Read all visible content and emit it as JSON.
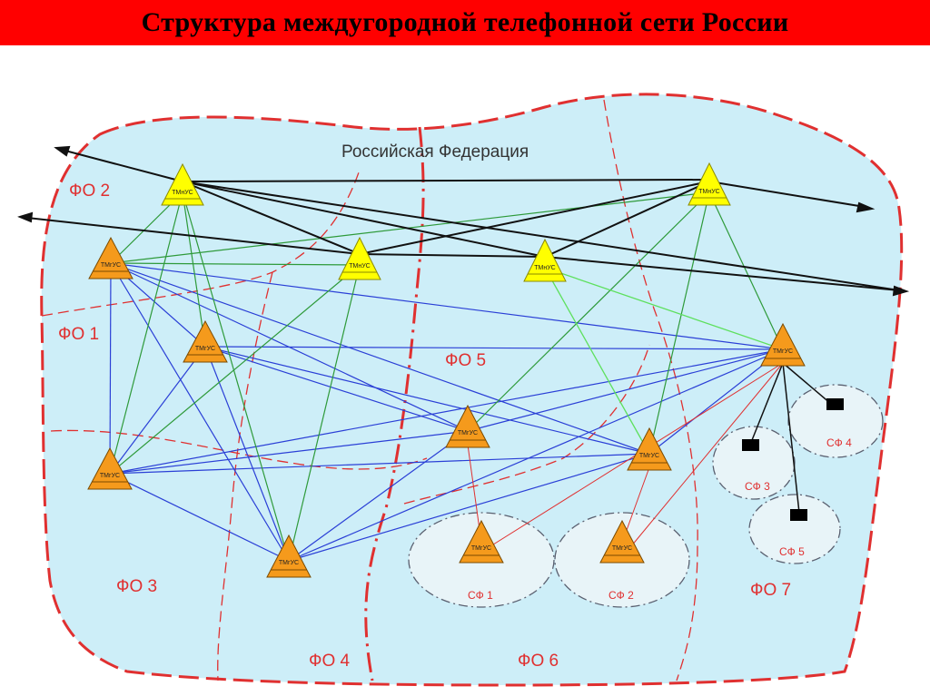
{
  "header": {
    "title": "Структура междугородной телефонной сети России"
  },
  "diagram": {
    "country_label": "Российская Федерация",
    "colors": {
      "background": "#cdeef8",
      "border": "#e03030",
      "national_node": "#ffff00",
      "regional_node": "#f59a1c",
      "blue_link": "#2a3fd6",
      "green_link": "#2e9a3a",
      "light_green_link": "#5ee05e",
      "red_link": "#e03030",
      "trunk": "#111111"
    },
    "regions": [
      {
        "id": "fo1",
        "label": "ФО 1"
      },
      {
        "id": "fo2",
        "label": "ФО 2"
      },
      {
        "id": "fo3",
        "label": "ФО 3"
      },
      {
        "id": "fo4",
        "label": "ФО 4"
      },
      {
        "id": "fo5",
        "label": "ФО 5"
      },
      {
        "id": "fo6",
        "label": "ФО 6"
      },
      {
        "id": "fo7",
        "label": "ФО 7"
      }
    ],
    "subjects": [
      {
        "id": "sf1",
        "label": "СФ 1"
      },
      {
        "id": "sf2",
        "label": "СФ 2"
      },
      {
        "id": "sf3",
        "label": "СФ 3"
      },
      {
        "id": "sf4",
        "label": "СФ 4"
      },
      {
        "id": "sf5",
        "label": "СФ 5"
      }
    ],
    "node_types": {
      "national": "ТМнУС",
      "regional": "ТМгУС"
    },
    "national_nodes": [
      "n1",
      "n2",
      "n3",
      "n4"
    ],
    "regional_nodes": [
      "r1",
      "r2",
      "r3",
      "r4",
      "r5",
      "r6",
      "r7",
      "r8",
      "r9"
    ]
  }
}
